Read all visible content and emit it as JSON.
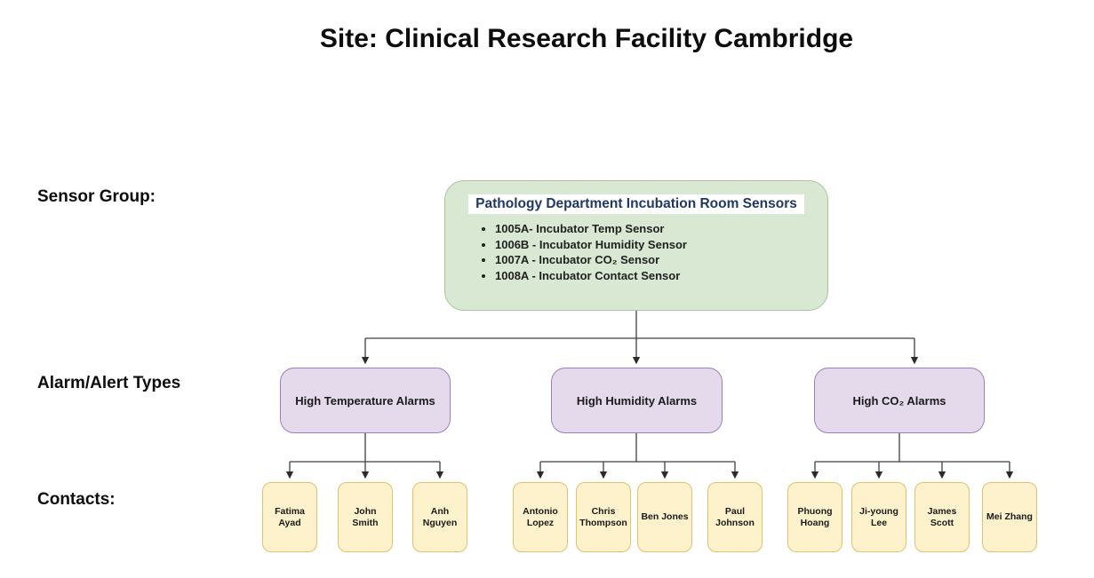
{
  "title": "Site: Clinical Research Facility Cambridge",
  "row_labels": {
    "sensor_group": "Sensor Group:",
    "alarm_types": "Alarm/Alert Types",
    "contacts": "Contacts:"
  },
  "sensor_group": {
    "heading": "Pathology Department Incubation Room Sensors",
    "sensors": [
      "1005A- Incubator Temp Sensor",
      "1006B - Incubator Humidity Sensor",
      "1007A - Incubator CO₂ Sensor",
      "1008A - Incubator Contact Sensor"
    ]
  },
  "alarm_groups": [
    {
      "label": "High Temperature Alarms",
      "contacts": [
        "Fatima Ayad",
        "John Smith",
        "Anh Nguyen"
      ]
    },
    {
      "label": "High Humidity Alarms",
      "contacts": [
        "Antonio Lopez",
        "Chris Thompson",
        "Ben Jones",
        "Paul Johnson"
      ]
    },
    {
      "label": "High CO₂ Alarms",
      "contacts": [
        "Phuong Hoang",
        "Ji-young Lee",
        "James Scott",
        "Mei Zhang"
      ]
    }
  ],
  "colors": {
    "sensor_box_fill": "#d9e8d2",
    "sensor_box_border": "#a6c79a",
    "sensor_heading_text": "#1f3864",
    "sensor_heading_highlight": "#ffffff",
    "alarm_box_fill": "#e5d9ec",
    "alarm_box_border": "#9d7ebd",
    "contact_box_fill": "#fdf2cc",
    "contact_box_border": "#e2c06e",
    "connector_line": "#3f3f3f",
    "background": "#ffffff"
  }
}
